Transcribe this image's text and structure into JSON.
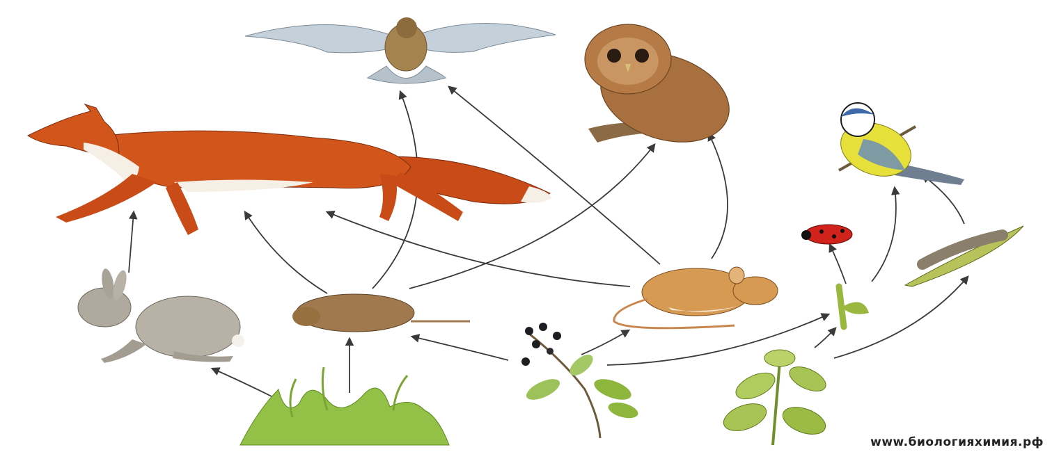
{
  "diagram": {
    "kind": "food-web",
    "organisms": [
      {
        "id": "kestrel",
        "label": "kestrel"
      },
      {
        "id": "owl",
        "label": "owl"
      },
      {
        "id": "fox",
        "label": "fox"
      },
      {
        "id": "tit",
        "label": "great tit"
      },
      {
        "id": "rabbit",
        "label": "rabbit"
      },
      {
        "id": "vole",
        "label": "vole"
      },
      {
        "id": "mouse",
        "label": "wood mouse"
      },
      {
        "id": "ladybird",
        "label": "ladybird"
      },
      {
        "id": "caterpillar",
        "label": "caterpillar"
      },
      {
        "id": "aphids",
        "label": "aphids"
      },
      {
        "id": "grass",
        "label": "grass"
      },
      {
        "id": "bramble",
        "label": "bramble"
      },
      {
        "id": "nettle",
        "label": "nettle"
      }
    ],
    "links": [
      {
        "from": "grass",
        "to": "rabbit"
      },
      {
        "from": "grass",
        "to": "vole"
      },
      {
        "from": "bramble",
        "to": "vole"
      },
      {
        "from": "bramble",
        "to": "mouse"
      },
      {
        "from": "bramble",
        "to": "aphids"
      },
      {
        "from": "nettle",
        "to": "aphids"
      },
      {
        "from": "nettle",
        "to": "caterpillar"
      },
      {
        "from": "rabbit",
        "to": "fox"
      },
      {
        "from": "vole",
        "to": "fox"
      },
      {
        "from": "vole",
        "to": "kestrel"
      },
      {
        "from": "vole",
        "to": "owl"
      },
      {
        "from": "mouse",
        "to": "fox"
      },
      {
        "from": "mouse",
        "to": "kestrel"
      },
      {
        "from": "mouse",
        "to": "owl"
      },
      {
        "from": "aphids",
        "to": "ladybird"
      },
      {
        "from": "aphids",
        "to": "tit"
      },
      {
        "from": "caterpillar",
        "to": "tit"
      }
    ]
  },
  "colors": {
    "arrow": "#3a3a3a",
    "fox": "#d2561c",
    "fox_light": "#f6efe6",
    "owl": "#a8703f",
    "kestrel": "#b7c4cf",
    "rabbit": "#b8b1a6",
    "vole": "#a07a4e",
    "mouse": "#d79a52",
    "tit_yellow": "#e7e03a",
    "tit_blue": "#3e6aa8",
    "ladybird": "#d1231c",
    "caterpillar": "#8a7f6a",
    "leaf": "#8fb63c",
    "grass": "#93c046",
    "berry": "#1d1d22"
  },
  "watermark": "www.биологияхимия.рф"
}
